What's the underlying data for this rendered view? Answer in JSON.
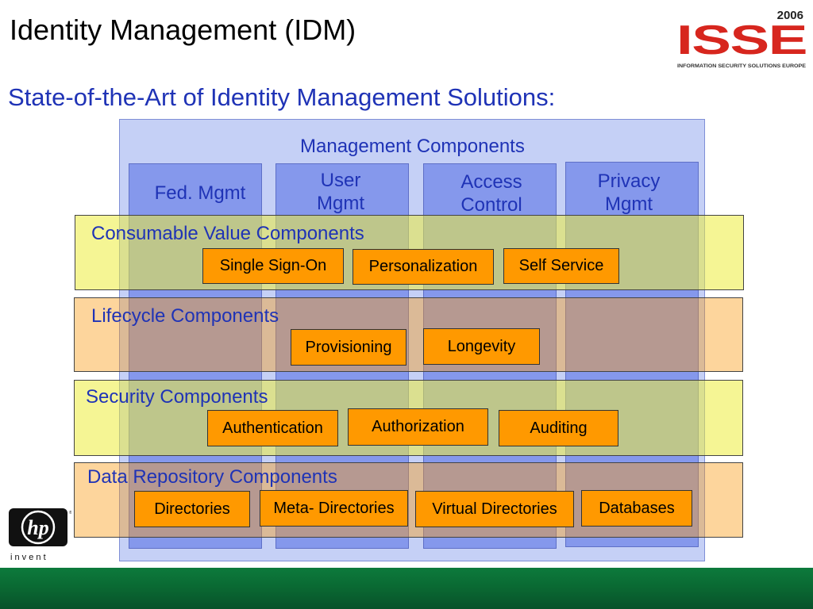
{
  "title": "Identity Management (IDM)",
  "subtitle": "State-of-the-Art of Identity Management Solutions:",
  "logo_isse": {
    "year": "2006",
    "name": "ISSE",
    "tagline": "INFORMATION SECURITY SOLUTIONS EUROPE"
  },
  "logo_hp": {
    "mark": "hp",
    "tagline": "i n v e n t"
  },
  "management": {
    "title": "Management Components",
    "columns": [
      {
        "label": "Fed. Mgmt"
      },
      {
        "label": "User\nMgmt"
      },
      {
        "label": "Access\nControl"
      },
      {
        "label": "Privacy\nMgmt"
      }
    ]
  },
  "layers": [
    {
      "title": "Consumable Value Components",
      "items": [
        "Single Sign-On",
        "Personalization",
        "Self Service"
      ]
    },
    {
      "title": "Lifecycle Components",
      "items": [
        "Provisioning",
        "Longevity"
      ]
    },
    {
      "title": "Security Components",
      "items": [
        "Authentication",
        "Authorization",
        "Auditing"
      ]
    },
    {
      "title": "Data Repository Components",
      "items": [
        "Directories",
        "Meta- Directories",
        "Virtual Directories",
        "Databases"
      ]
    }
  ],
  "colors": {
    "title_blue": "#1f33b6",
    "item_orange": "#ff9900",
    "band_yellow": "#ecec3c",
    "band_orange": "#fa9a12",
    "bar_green": "#0a6a33"
  }
}
